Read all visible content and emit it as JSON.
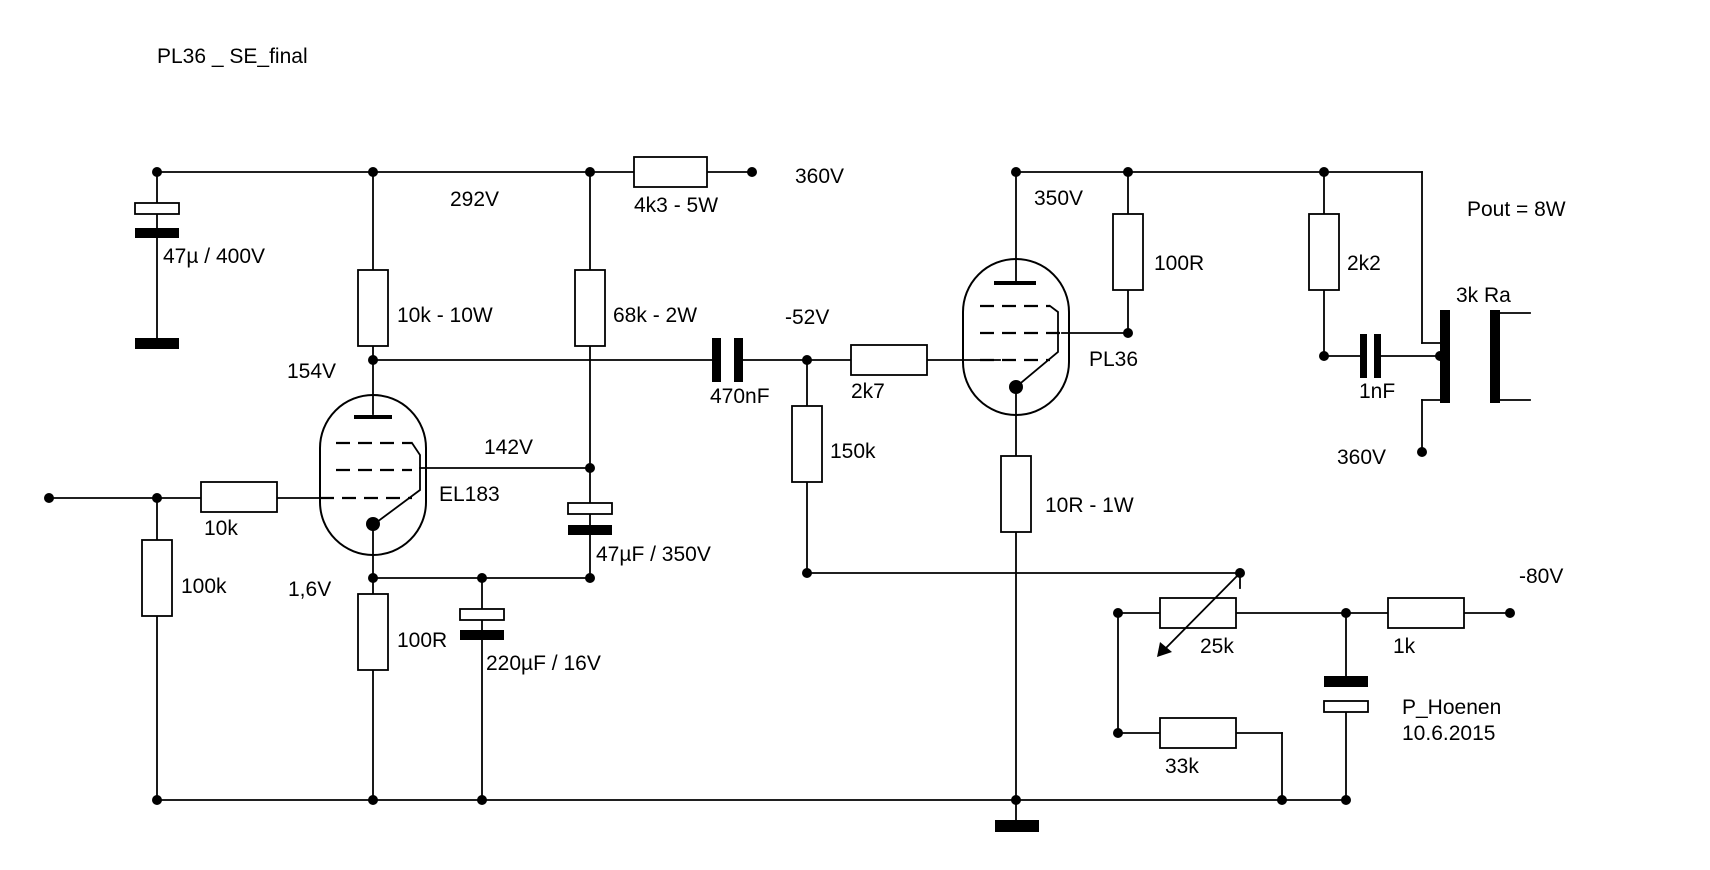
{
  "title": "PL36 _ SE_final",
  "author": "P_Hoenen",
  "date": "10.6.2015",
  "tubes": {
    "v1": "EL183",
    "v2": "PL36"
  },
  "voltages": {
    "supply": "360V",
    "node_292": "292V",
    "v1_anode": "154V",
    "v1_screen": "142V",
    "v1_cathode": "1,6V",
    "v2_grid": "-52V",
    "v2_anode": "350V",
    "output_360": "360V",
    "bias": "-80V"
  },
  "components": {
    "r_drop": "4k3 - 5W",
    "c_supply": "47µ / 400V",
    "r_anode1": "10k - 10W",
    "r_screen1": "68k - 2W",
    "c_screen1": "47µF / 350V",
    "r_input_grid": "10k",
    "r_input": "100k",
    "r_cathode1": "100R",
    "c_cathode1": "220µF / 16V",
    "c_coupling": "470nF",
    "r_gridstop2": "2k7",
    "r_grid2": "150k",
    "r_screen2": "100R",
    "r_cathode2": "10R - 1W",
    "r_snubber": "2k2",
    "c_snubber": "1nF",
    "transformer": "3k Ra",
    "pot_bias": "25k",
    "r_bias_parallel": "33k",
    "r_bias_feed": "1k"
  },
  "output_power": "Pout = 8W"
}
